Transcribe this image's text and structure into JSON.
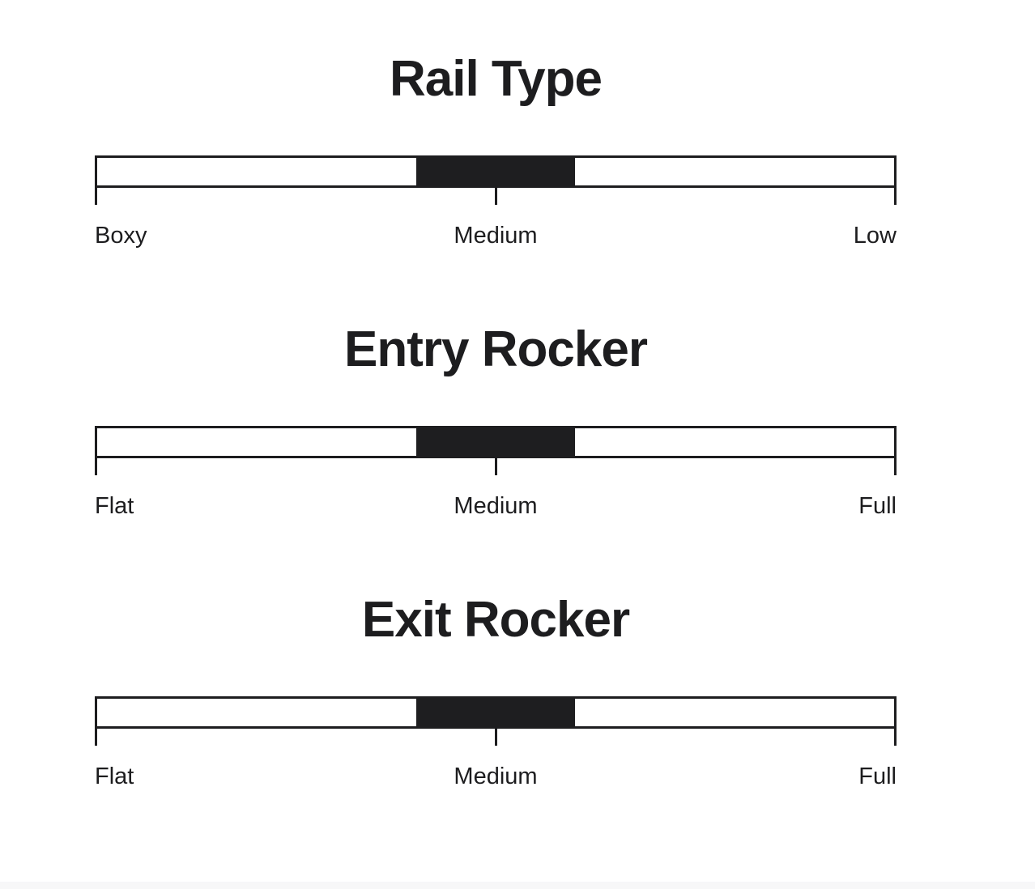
{
  "colors": {
    "ink": "#1d1d1f",
    "fill": "#1e1e20",
    "background": "#ffffff",
    "footer_strip": "#f7f7f8"
  },
  "sections": [
    {
      "title": "Rail Type",
      "label_left": "Boxy",
      "label_center": "Medium",
      "label_right": "Low",
      "fill_start_pct": 40,
      "fill_end_pct": 60
    },
    {
      "title": "Entry Rocker",
      "label_left": "Flat",
      "label_center": "Medium",
      "label_right": "Full",
      "fill_start_pct": 40,
      "fill_end_pct": 60
    },
    {
      "title": "Exit Rocker",
      "label_left": "Flat",
      "label_center": "Medium",
      "label_right": "Full",
      "fill_start_pct": 40,
      "fill_end_pct": 60
    }
  ]
}
